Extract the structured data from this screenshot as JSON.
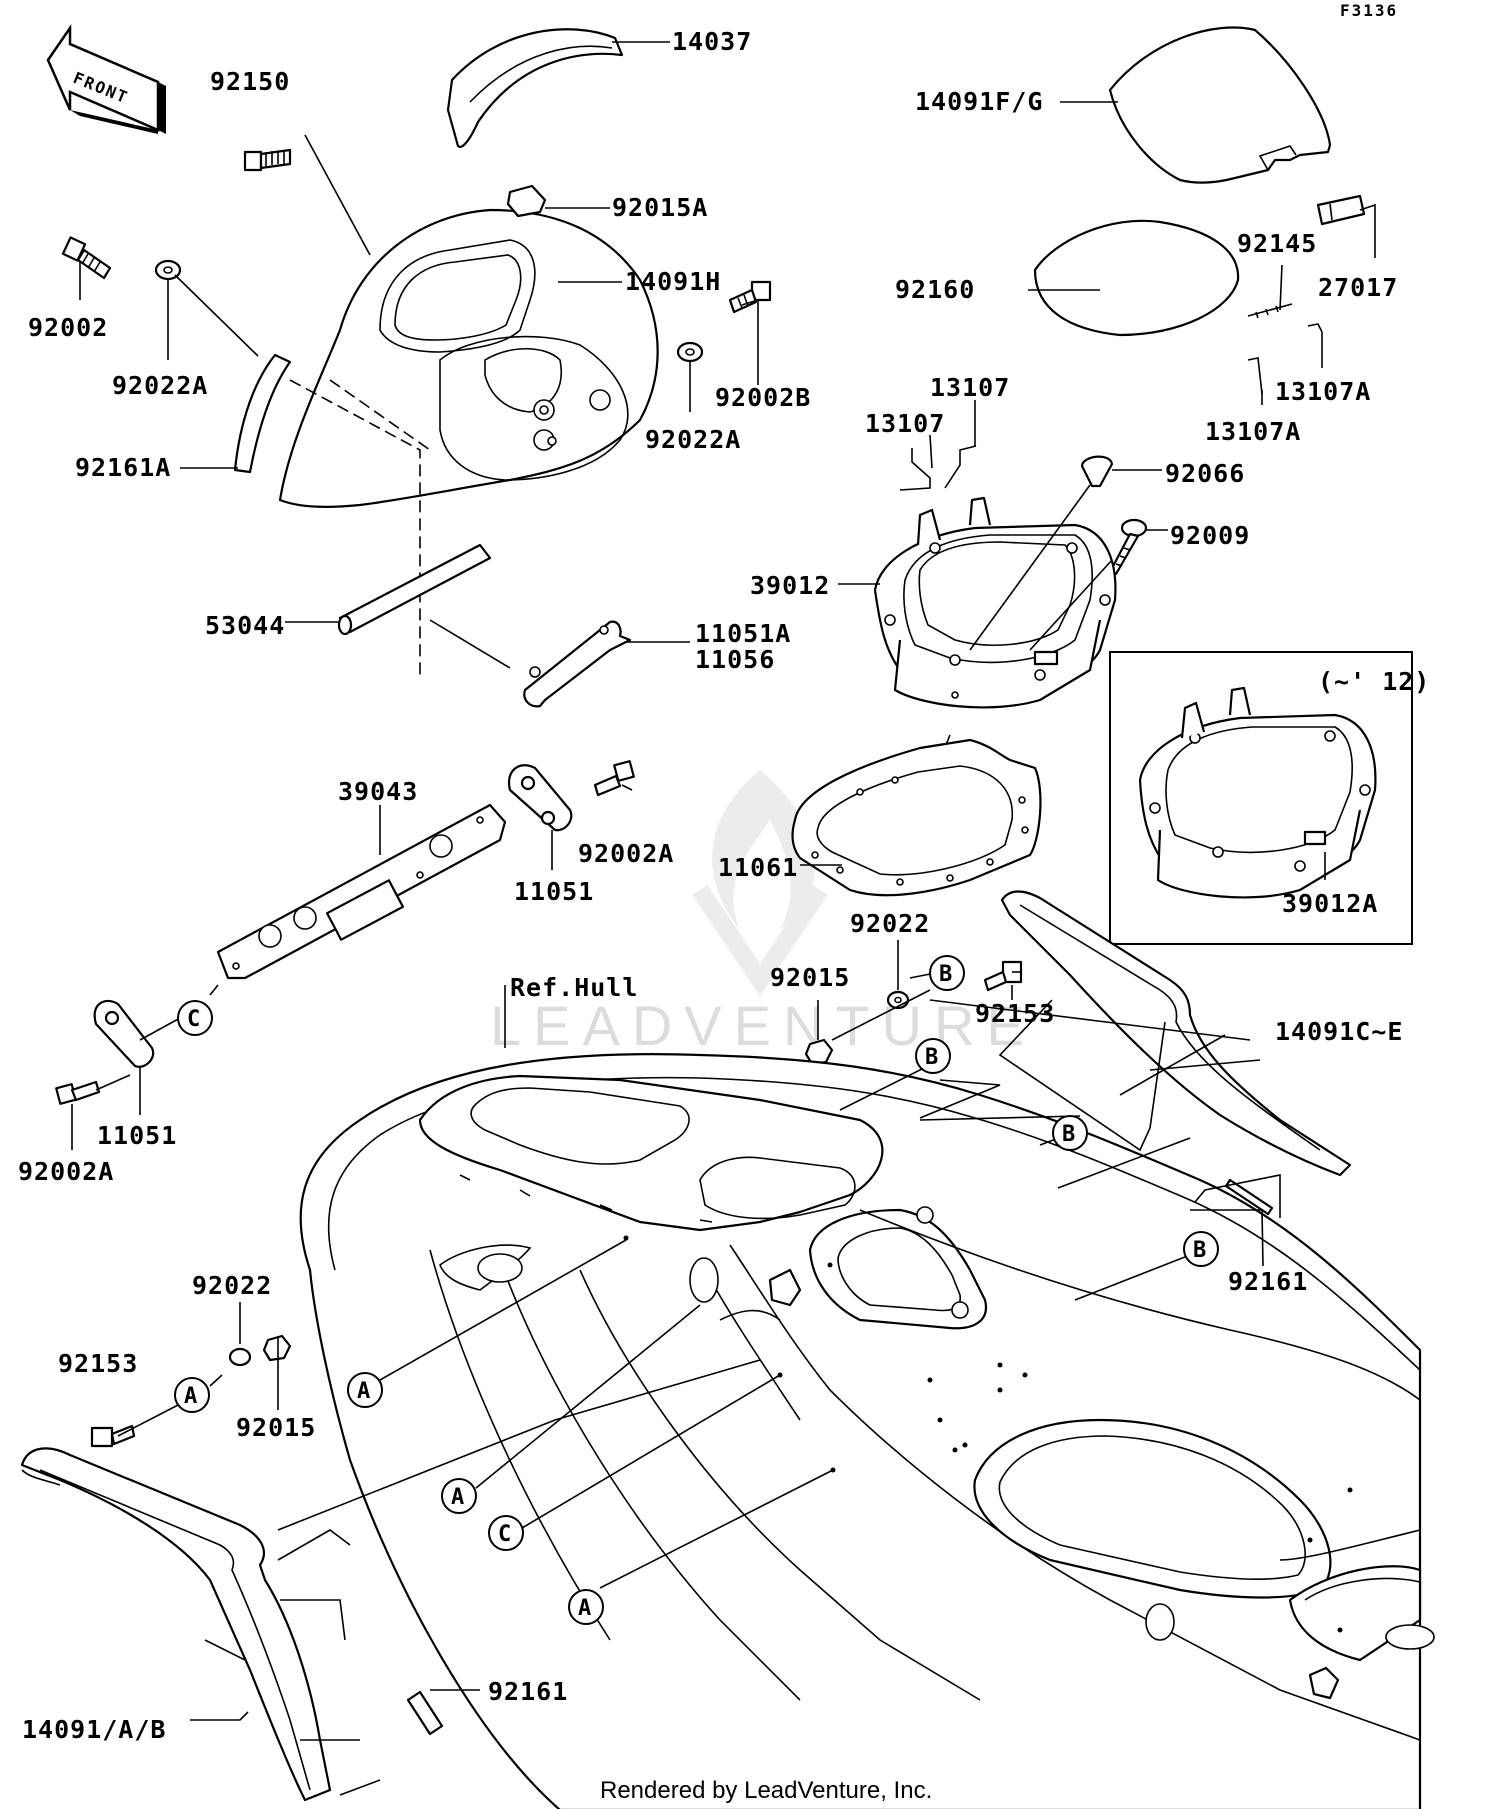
{
  "figure_code": "F3136",
  "front_label": "FRONT",
  "reference_label": "Ref.Hull",
  "variant_note": "(~' 12)",
  "footer": "Rendered by LeadVenture, Inc.",
  "watermark": "LEADVENTURE",
  "parts": [
    {
      "id": "14037",
      "label": "14037"
    },
    {
      "id": "14091FG",
      "label": "14091F/G"
    },
    {
      "id": "92150",
      "label": "92150"
    },
    {
      "id": "92015A",
      "label": "92015A"
    },
    {
      "id": "14091H",
      "label": "14091H"
    },
    {
      "id": "92002",
      "label": "92002"
    },
    {
      "id": "92022A_l",
      "label": "92022A"
    },
    {
      "id": "92002B",
      "label": "92002B"
    },
    {
      "id": "92022A_r",
      "label": "92022A"
    },
    {
      "id": "92161A",
      "label": "92161A"
    },
    {
      "id": "92145",
      "label": "92145"
    },
    {
      "id": "27017",
      "label": "27017"
    },
    {
      "id": "92160",
      "label": "92160"
    },
    {
      "id": "13107_a",
      "label": "13107"
    },
    {
      "id": "13107_b",
      "label": "13107"
    },
    {
      "id": "13107A_a",
      "label": "13107A"
    },
    {
      "id": "13107A_b",
      "label": "13107A"
    },
    {
      "id": "92066",
      "label": "92066"
    },
    {
      "id": "92009",
      "label": "92009"
    },
    {
      "id": "39012",
      "label": "39012"
    },
    {
      "id": "53044",
      "label": "53044"
    },
    {
      "id": "11051A",
      "label": "11051A"
    },
    {
      "id": "11056",
      "label": "11056"
    },
    {
      "id": "39012A",
      "label": "39012A"
    },
    {
      "id": "39043",
      "label": "39043"
    },
    {
      "id": "92002A_top",
      "label": "92002A"
    },
    {
      "id": "11051_top",
      "label": "11051"
    },
    {
      "id": "11061",
      "label": "11061"
    },
    {
      "id": "92022_mid",
      "label": "92022"
    },
    {
      "id": "92015_mid",
      "label": "92015"
    },
    {
      "id": "92153_mid",
      "label": "92153"
    },
    {
      "id": "14091CE",
      "label": "14091C~E"
    },
    {
      "id": "11051_bot",
      "label": "11051"
    },
    {
      "id": "92002A_bot",
      "label": "92002A"
    },
    {
      "id": "92161_r",
      "label": "92161"
    },
    {
      "id": "92022_bot",
      "label": "92022"
    },
    {
      "id": "92153_bot",
      "label": "92153"
    },
    {
      "id": "92015_bot",
      "label": "92015"
    },
    {
      "id": "92161_bot",
      "label": "92161"
    },
    {
      "id": "14091AB",
      "label": "14091/A/B"
    }
  ],
  "callouts": {
    "A": "A",
    "B": "B",
    "C": "C"
  }
}
